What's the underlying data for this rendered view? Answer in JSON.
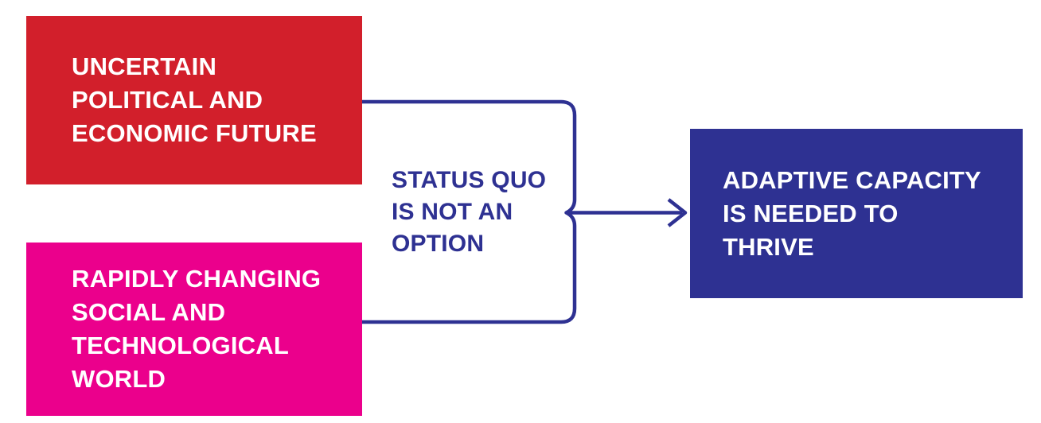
{
  "title": "Status quo is not an option diagram",
  "colors": {
    "red": "#d21f2b",
    "pink": "#eb008c",
    "blue": "#2e3192",
    "connector": "#2e3192",
    "text_on_box": "#ffffff",
    "background": "#ffffff"
  },
  "boxes": {
    "uncertain_future": {
      "text": "UNCERTAIN\nPOLITICAL AND\nECONOMIC FUTURE"
    },
    "changing_world": {
      "text": "RAPIDLY CHANGING\nSOCIAL AND\nTECHNOLOGICAL\nWORLD"
    },
    "adaptive_capacity": {
      "text": "ADAPTIVE CAPACITY\nIS NEEDED TO\nTHRIVE"
    }
  },
  "middle": {
    "text": "STATUS QUO\nIS NOT AN\nOPTION"
  }
}
